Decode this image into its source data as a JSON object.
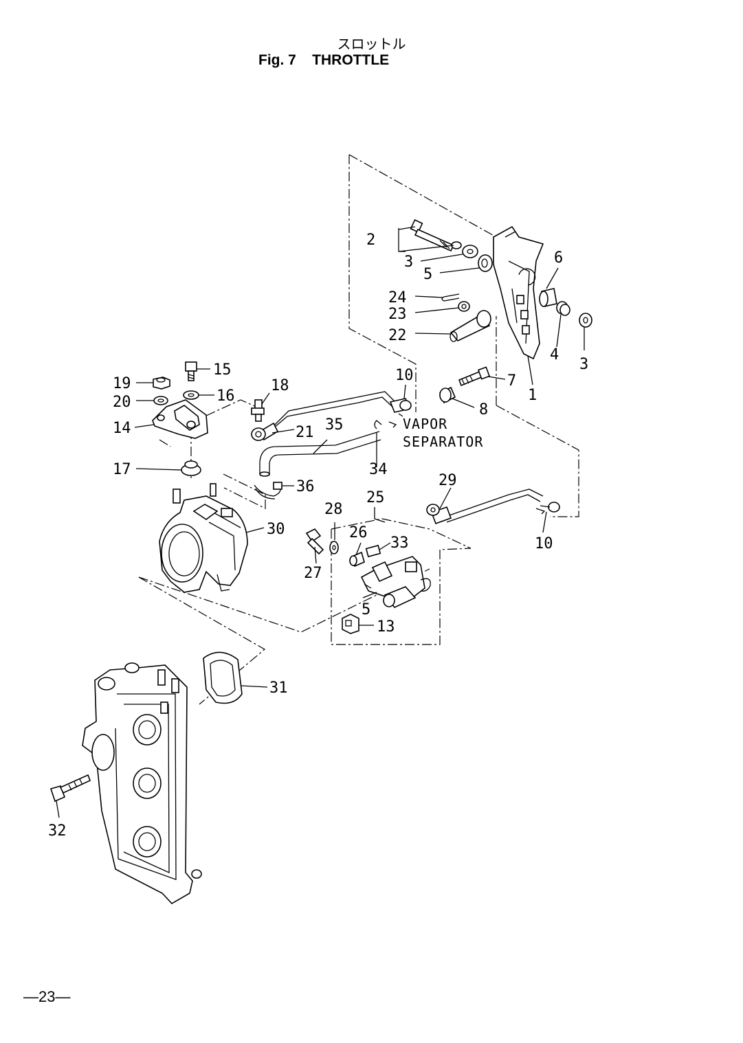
{
  "title": {
    "japanese": "スロットル",
    "english": "Fig. 7    THROTTLE"
  },
  "page_number": "—23—",
  "notes": {
    "vapor": "VAPOR",
    "separator": "SEPARATOR"
  },
  "callouts": [
    "1",
    "2",
    "3",
    "3",
    "4",
    "5",
    "5",
    "6",
    "7",
    "8",
    "10",
    "10",
    "13",
    "14",
    "15",
    "16",
    "17",
    "18",
    "19",
    "20",
    "21",
    "22",
    "23",
    "24",
    "25",
    "26",
    "27",
    "28",
    "29",
    "30",
    "31",
    "32",
    "33",
    "34",
    "35",
    "36"
  ]
}
